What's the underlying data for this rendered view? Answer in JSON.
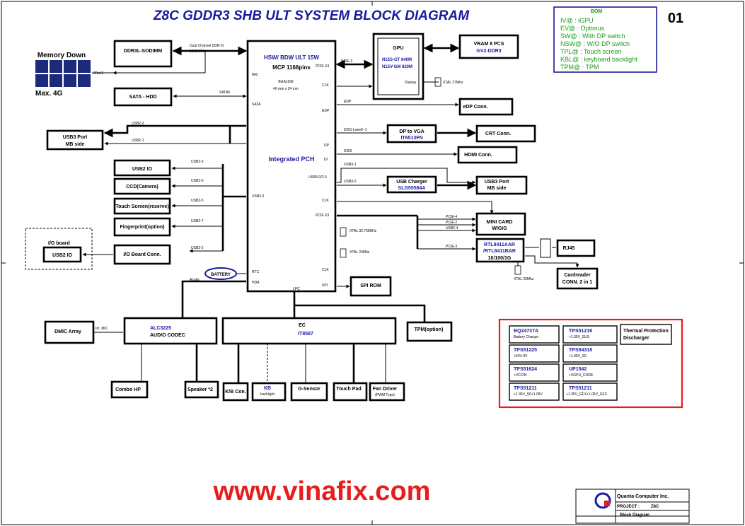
{
  "title": "Z8C GDDR3 SHB ULT SYSTEM BLOCK DIAGRAM",
  "page_number": "01",
  "watermark": "www.vinafix.com",
  "legend": {
    "heading": "BOM",
    "items": [
      "IV@ : iGPU",
      "EV@ : Optimus",
      "SW@ : With DP switch",
      "NSW@ : W/O DP switch",
      "TPL@ : Touch screen",
      "KBL@ : keyboard backlight",
      "TPM@ : TPM"
    ]
  },
  "memory": {
    "title": "Memory Down",
    "max": "Max. 4G",
    "bus": "2Rx16"
  },
  "pch": {
    "line1": "HSW/ BDW ULT 15W",
    "line2": "MCP 1168pins",
    "pkg1": "BGA1168",
    "pkg2": "40 mm x 24 mm",
    "center": "Integrated PCH",
    "pins": {
      "imc": "IMC",
      "sata": "SATA",
      "usb20": "USB2.0",
      "rtc": "RTC",
      "hda": "HDA",
      "lpc": "LPC",
      "spi": "SPI",
      "clk1": "CLK",
      "clk2": "CLK",
      "clk3": "CLK",
      "edp": "EDP",
      "dp": "DP",
      "di": "DI",
      "usb30": "USB3.0/2.0",
      "pcie_gpu": "PCIE X4",
      "pcie_x3": "PCIE X3"
    }
  },
  "blocks": {
    "dimm": "DDR3L-SODIMM",
    "dimm_bus1": "Dual Channel DDR III",
    "dimm_bus2": "1600 MHz",
    "hdd": "SATA - HDD",
    "satao": "SATA0",
    "usb3_mb_l1": "USB3 Port",
    "usb3_mb_l2": "MB side",
    "usb2io": "USB2 IO",
    "ccd": "CCD(Camera)",
    "touch": "Touch Screen(reserve)",
    "finger": "Fingerprint(option)",
    "ioconn": "I/O Board Conn.",
    "ioboard": "I/O board",
    "ioboard_usb": "USB2 IO",
    "battery": "BATTERY",
    "spirom": "SPI ROM",
    "gpu": "GPU",
    "gpu_l1": "N15S-GT 840M",
    "gpu_l2": "N15V-GM 820M",
    "gpu_display": "Display",
    "vram_l1": "VRAM 8 PCS",
    "vram_l2": "GV2-DDR3",
    "edp": "eDP Conn.",
    "dp2vga_l1": "DP to VGA",
    "dp2vga_l2": "IT6513FN",
    "crt": "CRT Conn.",
    "hdmi": "HDMI Conn.",
    "charger_l1": "USB Charger",
    "charger_l2": "SLG55584A",
    "usb3_r_l1": "USB3 Port",
    "usb3_r_l2": "MB side",
    "minicard_l1": "MINI CARD",
    "minicard_l2": "WIGIG",
    "rtl_l1": "RTL8411AAR",
    "rtl_l2": "/RTL8411BAR",
    "rtl_l3": "10/100/1G",
    "rj45": "RJ45",
    "card_l1": "Cardreader",
    "card_l2": "CONN. 2 in 1",
    "dmic": "DMIC Array",
    "intmic": "Int. MIC",
    "codec_l1": "ALC3225",
    "codec_l2": "AUDIO CODEC",
    "azalia": "Azalia",
    "ec_l1": "EC",
    "ec_l2": "IT8587",
    "tpm": "TPM(option)",
    "combo": "Combo HP",
    "speaker": "Speaker *2",
    "kb": "K/B Con.",
    "kbl_l1": "KB",
    "kbl_l2": "backlight",
    "gsensor": "G-Sensor",
    "touchpad": "Touch Pad",
    "fan_l1": "Fan Driver",
    "fan_l2": "(PWM Type)"
  },
  "signals": {
    "pcie_gpu": "PCIE-3",
    "edp": "EDP",
    "ddi1": "DDI1-Lane0~1",
    "ddi2": "DDI2",
    "usb3_1": "USB3-1",
    "usb3_0": "USB3-0",
    "usb2_2": "USB2-2",
    "usb2_1": "USB2-1",
    "usb2_3": "USB2-3",
    "usb2_0": "USB2-0",
    "usb2_5": "USB2-5",
    "usb2_7": "USB2-7",
    "usb2_2b": "USB2-2",
    "pcie4": "PCIE-4",
    "pcie2": "PCIE-2",
    "usb2_4": "USB2-4",
    "pcie3": "PCIE-3",
    "xtal_gpu": "XTAL 27Mhz",
    "xtal_32": "XTAL 32.768KHz",
    "xtal_24": "XTAL 24Mhz",
    "xtal_rtl": "XTAL 25Mhz"
  },
  "power": [
    {
      "part": "BQ24737A",
      "desc": "Battery Charger"
    },
    {
      "part": "TPS51216",
      "desc": "+1.35V_SUS"
    },
    {
      "part": "Thermal Protection",
      "desc": "Discharger"
    },
    {
      "part": "TPS51225",
      "desc": "+5V/+3V"
    },
    {
      "part": "TPS54318",
      "desc": "+1.05V_S0"
    },
    {
      "part": "TPS51624",
      "desc": "+VCCIN"
    },
    {
      "part": "UP1542",
      "desc": "+VGPU_CORE"
    },
    {
      "part": "TPS51211",
      "desc": "+1.35V_S0+1.05V"
    },
    {
      "part": "TPS51211",
      "desc": "+1.35V_GFX+1.05V_GFX"
    }
  ],
  "titleblock": {
    "company": "Quanta Computer Inc.",
    "project_label": "PROJECT :",
    "project": "Z8C",
    "sheet": "Block Diagram"
  },
  "colors": {
    "title": "#1a1aa0",
    "legend_border": "#1a1aa0",
    "legend_text": "#1a9a1a",
    "power_border": "#e81c1c",
    "watermark": "#e81c1c"
  }
}
